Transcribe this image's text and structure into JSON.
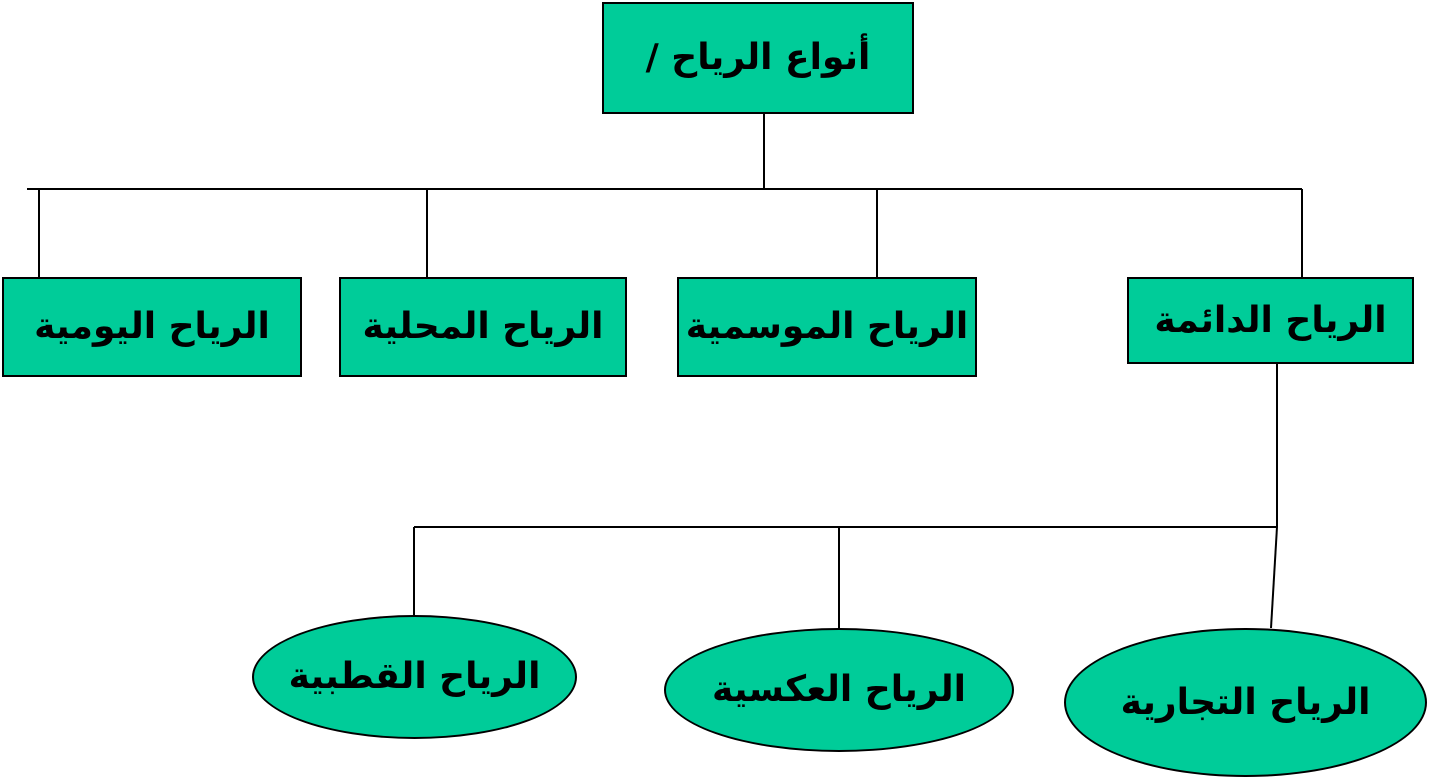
{
  "diagram": {
    "colors": {
      "node_fill": "#00cc99",
      "border": "#000000",
      "line": "#000000",
      "text": "#000000"
    },
    "root": {
      "label": "أنواع الرياح /"
    },
    "level1": [
      {
        "label": "الرياح الدائمة"
      },
      {
        "label": "الرياح الموسمية"
      },
      {
        "label": "الرياح المحلية"
      },
      {
        "label": "الرياح اليومية"
      }
    ],
    "level2": [
      {
        "label": "الرياح التجارية"
      },
      {
        "label": "الرياح العكسية"
      },
      {
        "label": "الرياح القطبية"
      }
    ]
  }
}
